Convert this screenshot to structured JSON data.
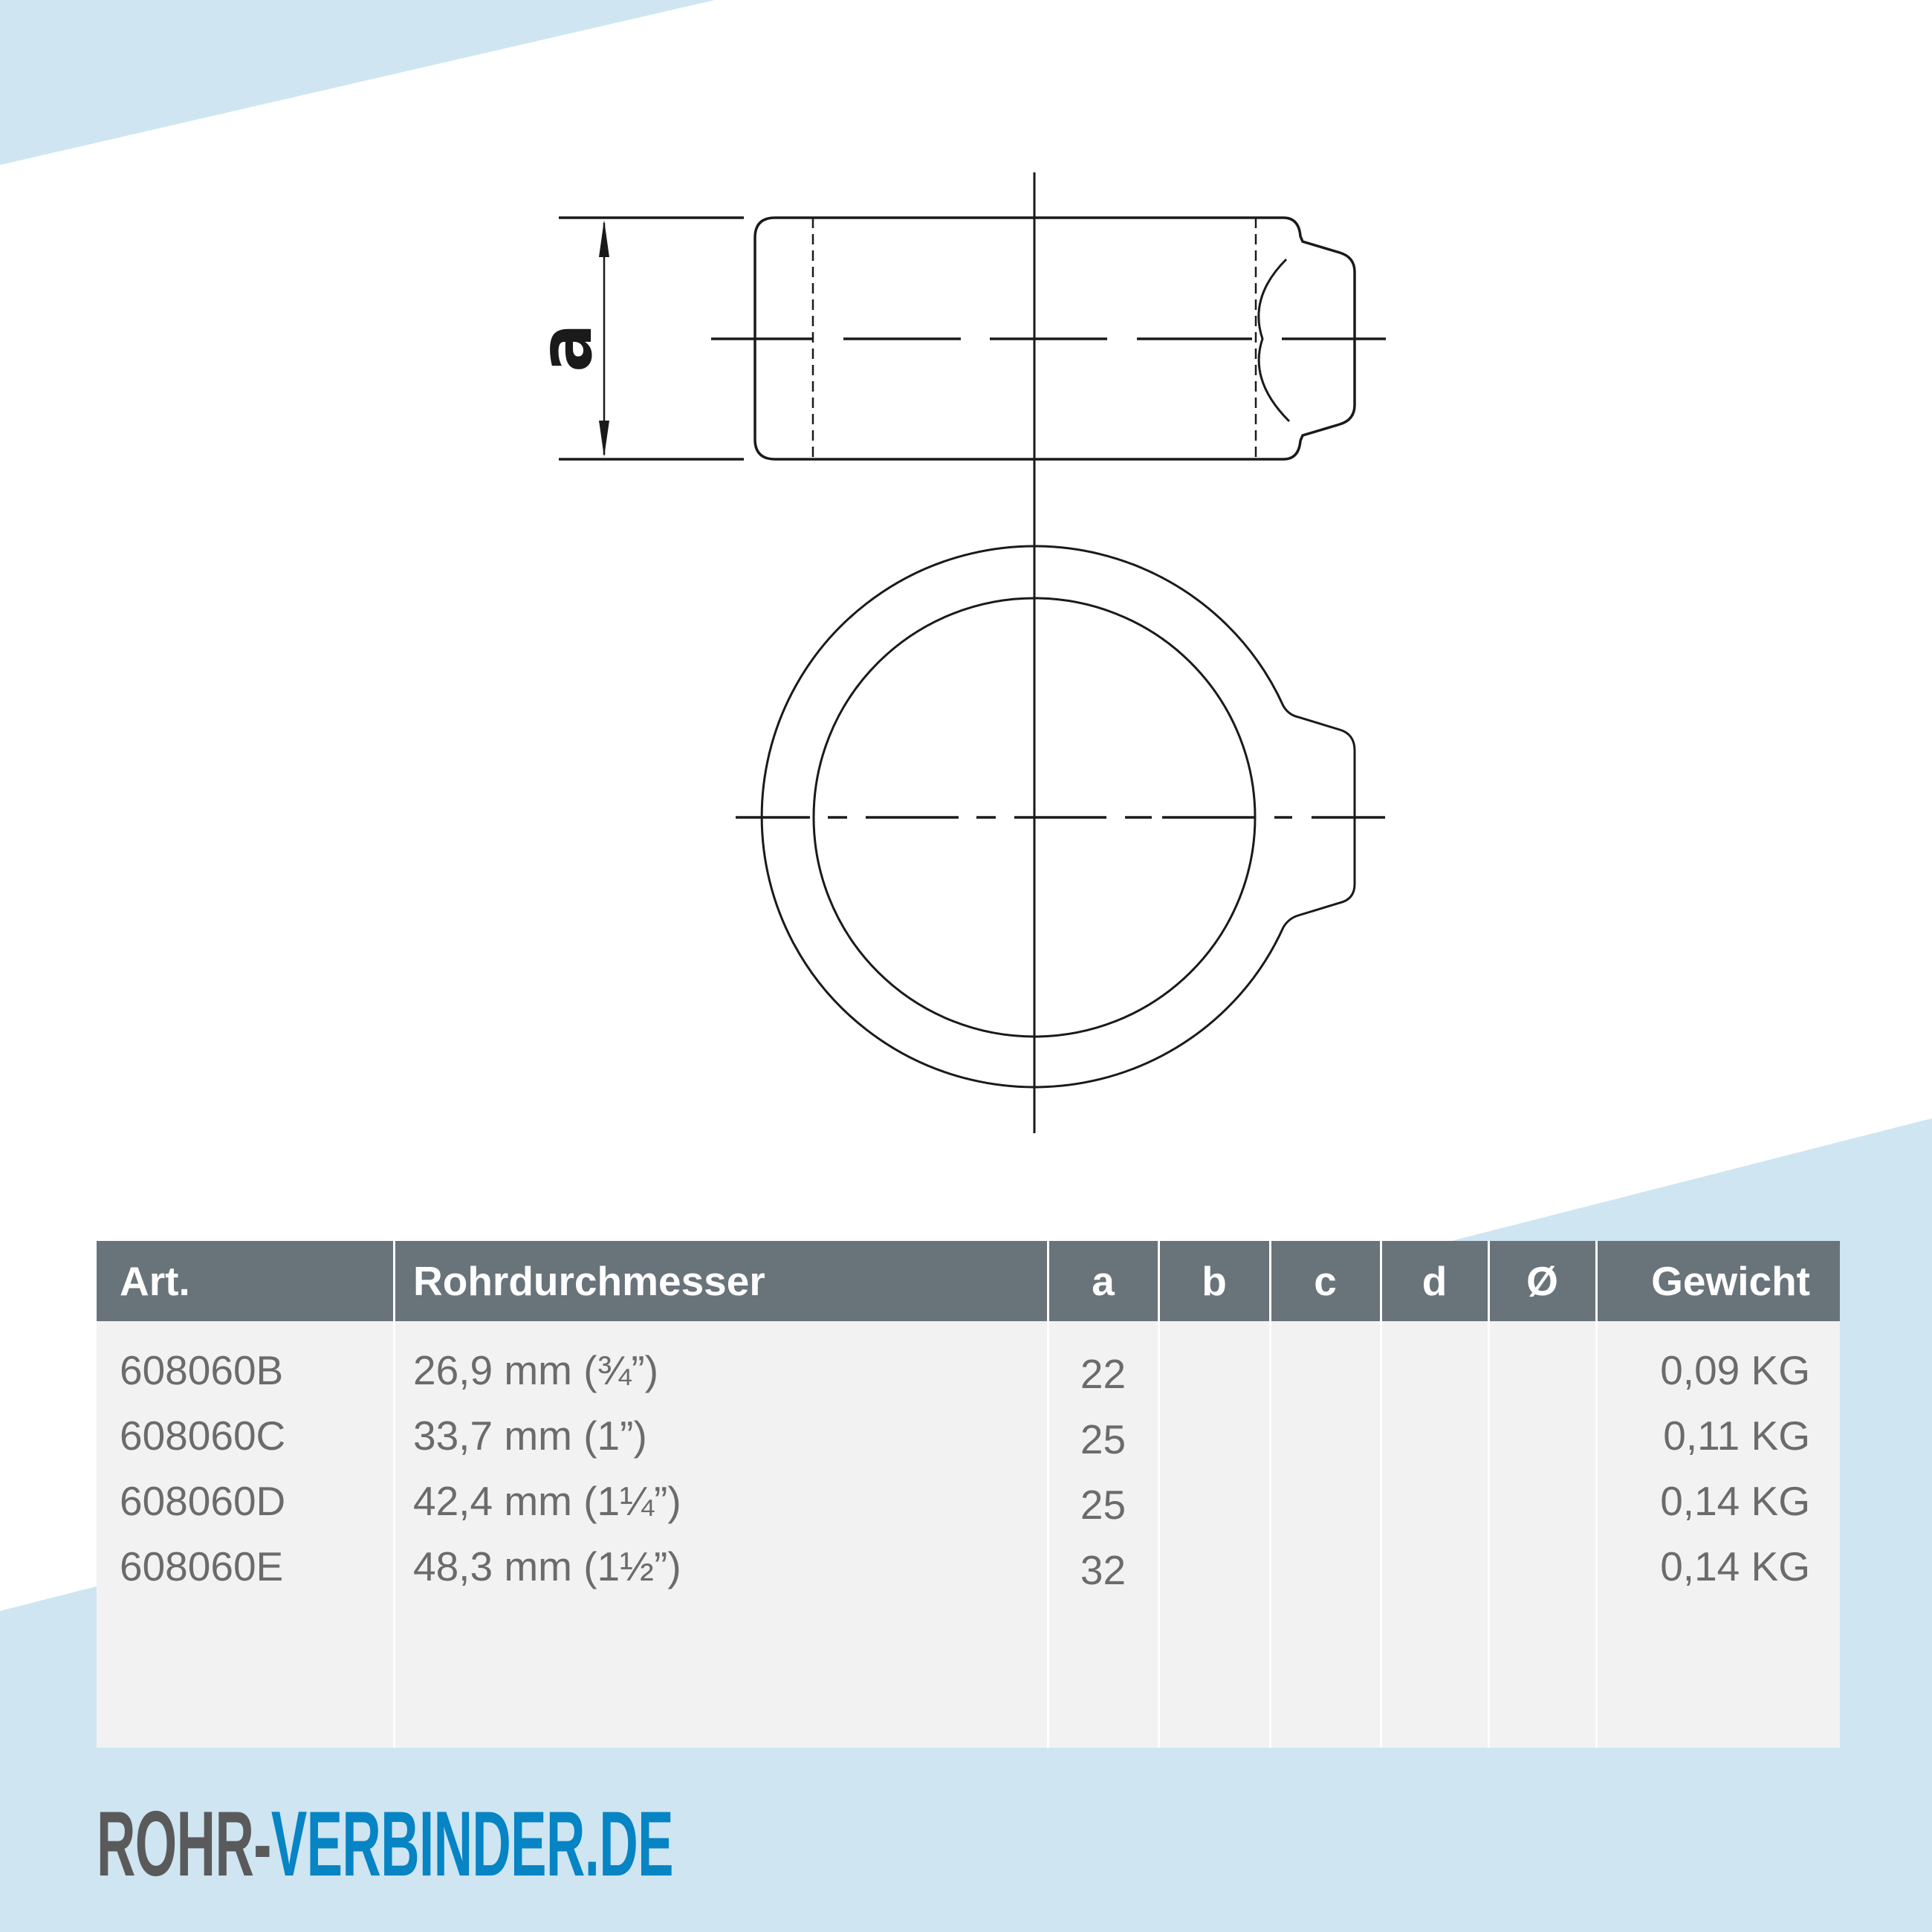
{
  "colors": {
    "background": "#ffffff",
    "accent_light_blue": "#cfe5f2",
    "table_header_bg": "#69737a",
    "table_body_bg": "#f2f2f2",
    "table_text": "#6b6b6b",
    "logo_grey": "#5a5a5a",
    "logo_blue": "#0684c4",
    "drawing_line": "#1a1a1a"
  },
  "drawing": {
    "dimension_label": "a",
    "side_view": "side-view of pipe connector with dimension a",
    "front_view": "front view ring with side tab"
  },
  "table": {
    "headers": [
      "Art.",
      "Rohrdurchmesser",
      "a",
      "b",
      "c",
      "d",
      "Ø",
      "Gewicht"
    ],
    "rows": [
      {
        "art": "608060B",
        "rohr": "26,9 mm (¾”)",
        "a": "22",
        "b": "",
        "c": "",
        "d": "",
        "dia": "",
        "gewicht": "0,09 KG"
      },
      {
        "art": "608060C",
        "rohr": "33,7 mm (1”)",
        "a": "25",
        "b": "",
        "c": "",
        "d": "",
        "dia": "",
        "gewicht": "0,11 KG"
      },
      {
        "art": "608060D",
        "rohr": "42,4 mm (1¼”)",
        "a": "25",
        "b": "",
        "c": "",
        "d": "",
        "dia": "",
        "gewicht": "0,14 KG"
      },
      {
        "art": "608060E",
        "rohr": "48,3 mm (1½”)",
        "a": "32",
        "b": "",
        "c": "",
        "d": "",
        "dia": "",
        "gewicht": "0,14 KG"
      }
    ]
  },
  "logo": {
    "part1": "ROHR-",
    "part2": "VERBINDER.DE"
  }
}
